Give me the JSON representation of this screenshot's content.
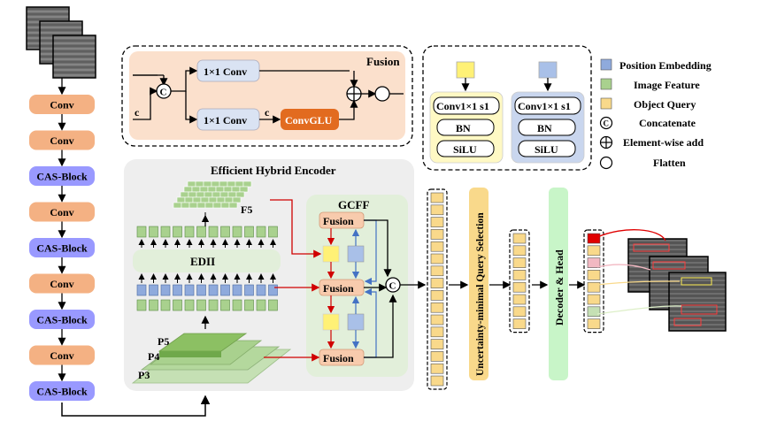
{
  "backbone": {
    "blocks": [
      "Conv",
      "Conv",
      "CAS-Block",
      "Conv",
      "CAS-Block",
      "Conv",
      "CAS-Block",
      "Conv",
      "CAS-Block"
    ],
    "colors": {
      "conv": "#F4B183",
      "cas": "#9999FF"
    }
  },
  "fusion": {
    "title": "Fusion",
    "concat_symbol": "C",
    "conv_top": "1×1 Conv",
    "conv_bottom": "1×1 Conv",
    "convglu": "ConvGLU",
    "c_label_1": "c",
    "c_label_2": "c"
  },
  "blocks_panel": {
    "left": [
      "Conv1×1 s1",
      "BN",
      "SiLU"
    ],
    "right": [
      "Conv1×1 s1",
      "BN",
      "SiLU"
    ]
  },
  "legend": [
    {
      "label": "Position Embedding",
      "icon": "blue-square"
    },
    {
      "label": "Image Feature",
      "icon": "green-square"
    },
    {
      "label": "Object Query",
      "icon": "yellow-square"
    },
    {
      "label": "Concatenate",
      "icon": "circle-c"
    },
    {
      "label": "Element-wise add",
      "icon": "circle-plus"
    },
    {
      "label": "Flatten",
      "icon": "circle"
    }
  ],
  "encoder": {
    "title": "Efficient Hybrid Encoder",
    "edii": "EDII",
    "f5": "F5",
    "p5": "P5",
    "p4": "P4",
    "p3": "P3",
    "gcff_title": "GCFF",
    "fusion_labels": [
      "Fusion",
      "Fusion",
      "Fusion"
    ],
    "concat_symbol": "C"
  },
  "query_selection": "Uncertainty-minimal Query Selection",
  "decoder": "Decoder & Head",
  "colors": {
    "orange_bg": "#FBE0CC",
    "conv_blue": "#DAE3F3",
    "convglu": "#E26B1F",
    "encoder_bg": "#EEEEEE",
    "gcff_bg": "#E2EFDA",
    "fusion_box": "#F8CBAD",
    "yellow": "#FFF176",
    "blue": "#8FAADC",
    "green": "#A9D18E",
    "query_yellow": "#F9D98B",
    "decoder_green": "#C8F5C8",
    "red": "#E00000"
  }
}
